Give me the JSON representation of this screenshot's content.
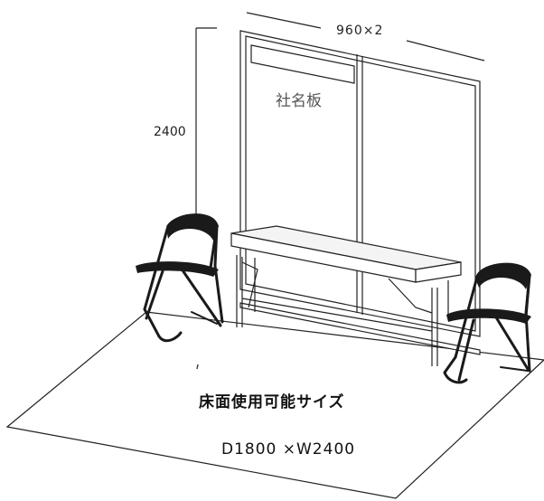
{
  "labels": {
    "panel_width": "960×2",
    "panel_height": "2400",
    "nameplate": "社名板",
    "floor_title": "床面使用可能サイズ",
    "floor_dims": "D1800 ×W2400"
  },
  "colors": {
    "line": "#222222",
    "chair_fill": "#1a1a1a",
    "table_top": "#f4f4f4"
  }
}
